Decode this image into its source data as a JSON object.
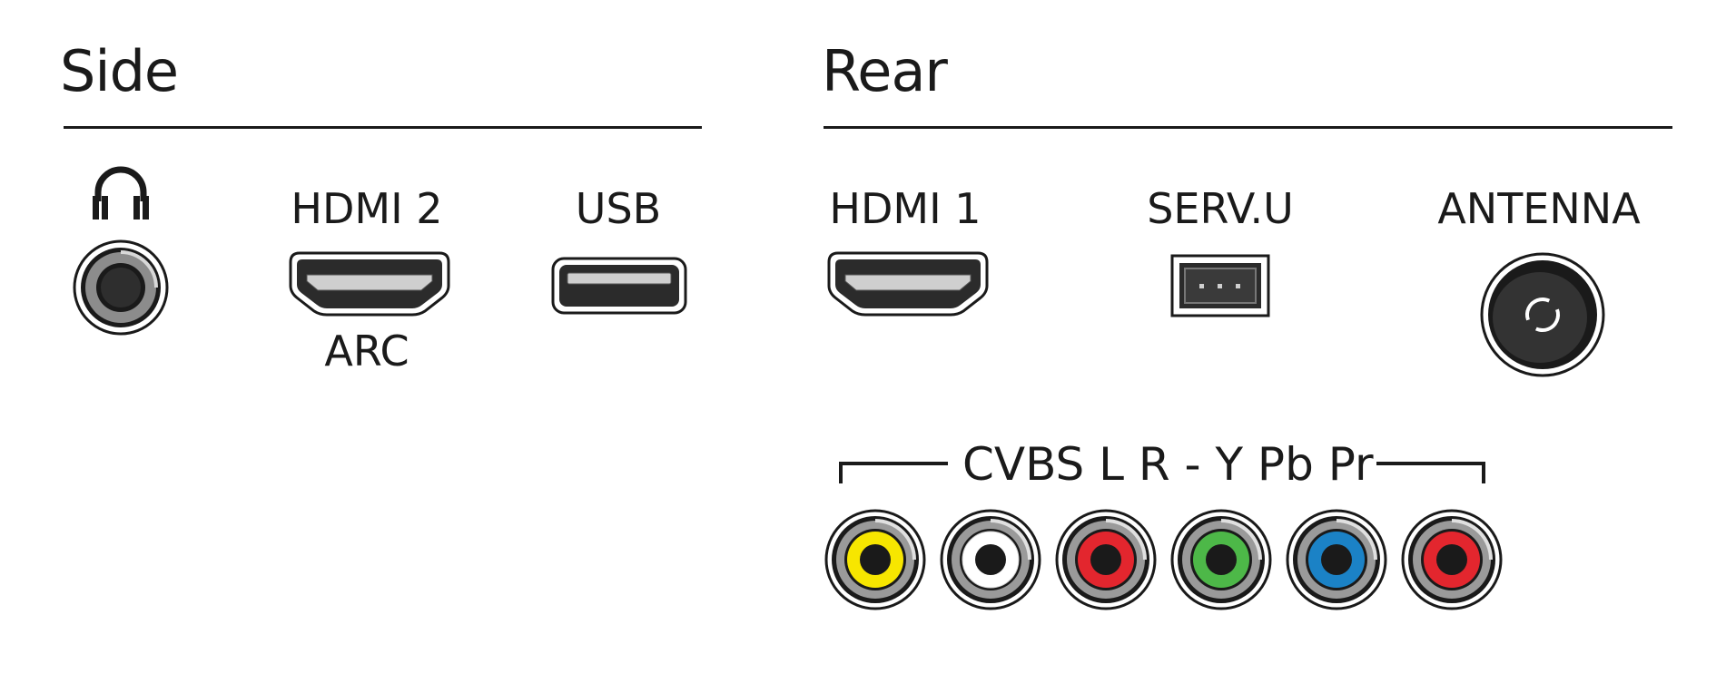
{
  "side": {
    "title": "Side",
    "ports": {
      "headphone": {
        "icon": "headphone-icon"
      },
      "hdmi2": {
        "label": "HDMI 2",
        "sublabel": "ARC"
      },
      "usb": {
        "label": "USB"
      }
    }
  },
  "rear": {
    "title": "Rear",
    "ports": {
      "hdmi1": {
        "label": "HDMI 1"
      },
      "servu": {
        "label": "SERV.U"
      },
      "antenna": {
        "label": "ANTENNA"
      }
    },
    "av_group": {
      "label": "CVBS L R - Y Pb Pr",
      "jacks": [
        {
          "signal": "CVBS",
          "color": "#f7e600"
        },
        {
          "signal": "L",
          "color": "#ffffff"
        },
        {
          "signal": "R",
          "color": "#e3262e"
        },
        {
          "signal": "Y",
          "color": "#4db848"
        },
        {
          "signal": "Pb",
          "color": "#1b82c6"
        },
        {
          "signal": "Pr",
          "color": "#e3262e"
        }
      ]
    }
  },
  "colors": {
    "ink": "#1a1a1a",
    "port_fill": "#2b2b2b",
    "ring_gray": "#9a9a9a"
  }
}
